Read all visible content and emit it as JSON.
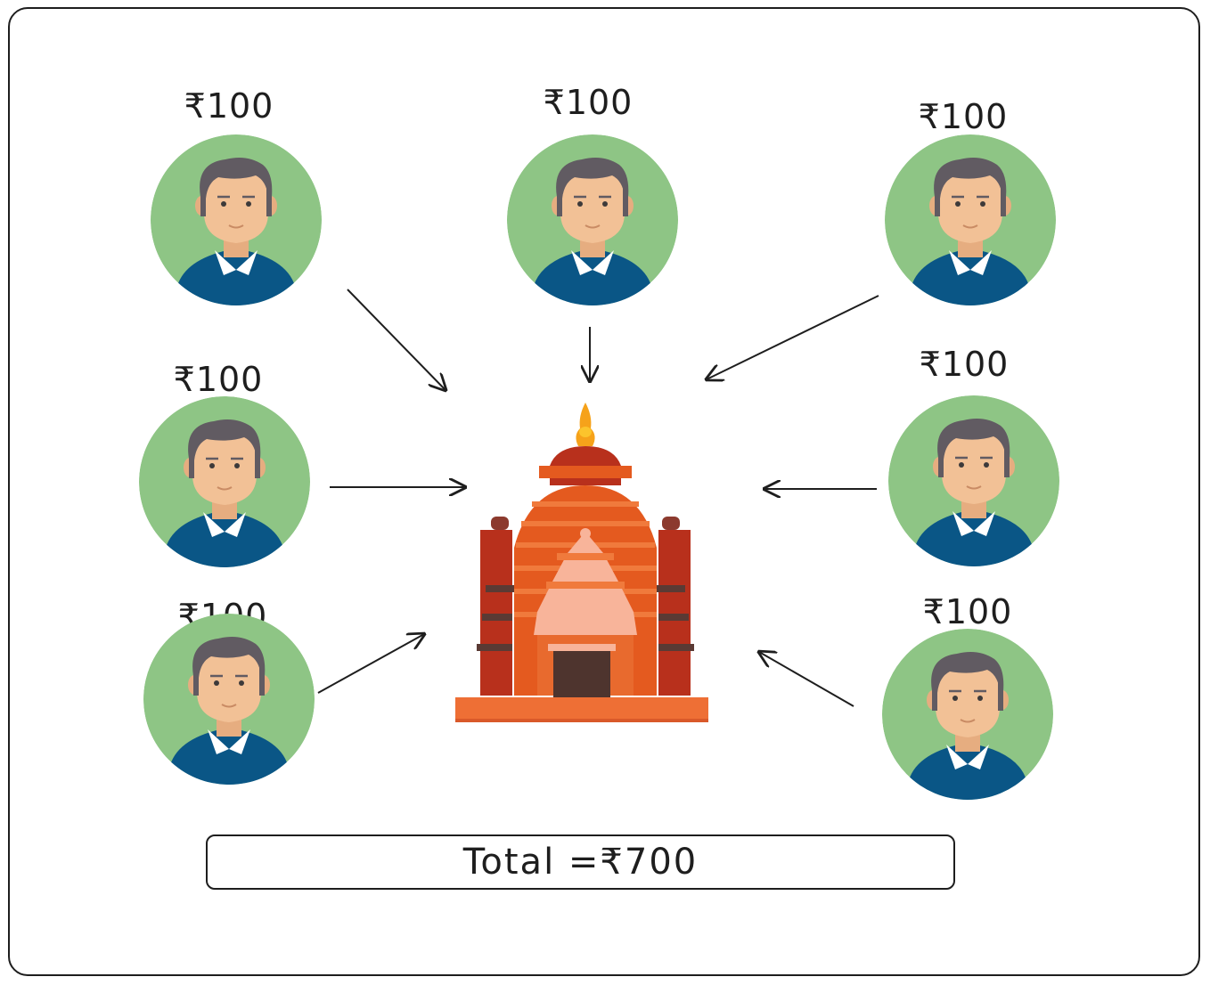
{
  "contributors": [
    {
      "amount": "₹100"
    },
    {
      "amount": "₹100"
    },
    {
      "amount": "₹100"
    },
    {
      "amount": "₹100"
    },
    {
      "amount": "₹100"
    },
    {
      "amount": "₹100"
    },
    {
      "amount": "₹100"
    }
  ],
  "total": {
    "text": "Total =₹700"
  },
  "icons": {
    "person": "person-avatar-icon",
    "temple": "temple-icon",
    "arrow": "arrow-icon"
  },
  "colors": {
    "avatar_bg": "#8ec585",
    "shirt": "#0a5686",
    "skin": "#f2c196",
    "hair": "#615b62",
    "temple_main": "#e45a1f",
    "temple_dark": "#b8301c"
  }
}
